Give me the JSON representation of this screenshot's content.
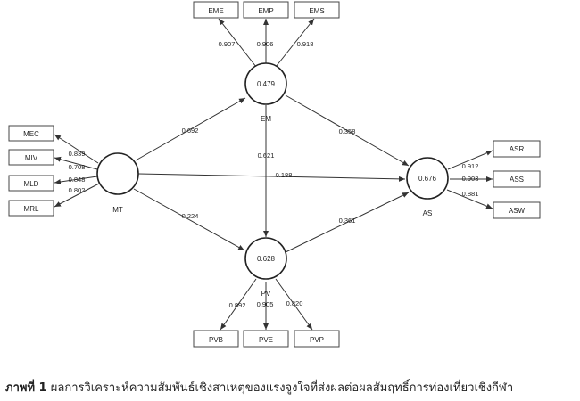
{
  "constructs": {
    "EM": {
      "label": "EM",
      "value": "0.479"
    },
    "MT": {
      "label": "MT",
      "value": ""
    },
    "AS": {
      "label": "AS",
      "value": "0.676"
    },
    "PV": {
      "label": "PV",
      "value": "0.628"
    }
  },
  "indicators": {
    "EME": {
      "label": "EME",
      "loading": "0.907"
    },
    "EMP": {
      "label": "EMP",
      "loading": "0.906"
    },
    "EMS": {
      "label": "EMS",
      "loading": "0.918"
    },
    "MEC": {
      "label": "MEC",
      "loading": "0.839"
    },
    "MIV": {
      "label": "MIV",
      "loading": "0.708"
    },
    "MLD": {
      "label": "MLD",
      "loading": "0.848"
    },
    "MRL": {
      "label": "MRL",
      "loading": "0.802"
    },
    "ASR": {
      "label": "ASR",
      "loading": "0.912"
    },
    "ASS": {
      "label": "ASS",
      "loading": "0.903"
    },
    "ASW": {
      "label": "ASW",
      "loading": "0.881"
    },
    "PVB": {
      "label": "PVB",
      "loading": "0.892"
    },
    "PVE": {
      "label": "PVE",
      "loading": "0.905"
    },
    "PVP": {
      "label": "PVP",
      "loading": "0.820"
    }
  },
  "paths": {
    "MT_EM": "0.692",
    "MT_AS": "0.188",
    "MT_PV": "0.224",
    "EM_AS": "0.358",
    "EM_PV": "0.621",
    "PV_AS": "0.361"
  },
  "caption": {
    "label": "ภาพที่ 1",
    "text": "ผลการวิเคราะห์ความสัมพันธ์เชิงสาเหตุของแรงจูงใจที่ส่งผลต่อผลสัมฤทธิ์การท่องเที่ยวเชิงกีฬา"
  }
}
